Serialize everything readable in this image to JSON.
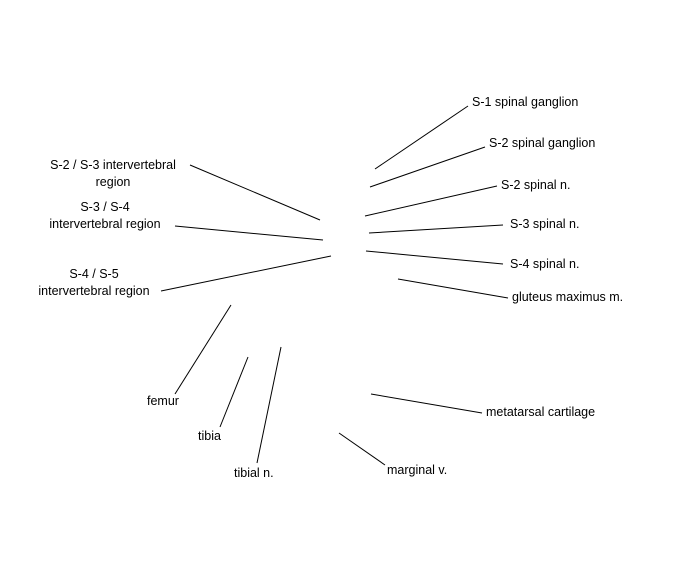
{
  "labels": {
    "s1_spinal_ganglion": "S-1 spinal ganglion",
    "s2_spinal_ganglion": "S-2 spinal ganglion",
    "s2_spinal_n": "S-2 spinal n.",
    "s3_spinal_n": "S-3 spinal n.",
    "s4_spinal_n": "S-4 spinal n.",
    "gluteus_maximus": "gluteus maximus m.",
    "s2_s3_line1": "S-2 / S-3 intervertebral",
    "s2_s3_line2": "region",
    "s3_s4_line1": "S-3 / S-4",
    "s3_s4_line2": "intervertebral region",
    "s4_s5_line1": "S-4 / S-5",
    "s4_s5_line2": "intervertebral region",
    "femur": "femur",
    "tibia": "tibia",
    "tibial_n": "tibial n.",
    "metatarsal_cartilage": "metatarsal cartilage",
    "marginal_v": "marginal v."
  },
  "colors": {
    "ink": "#000000",
    "background": "#ffffff"
  }
}
